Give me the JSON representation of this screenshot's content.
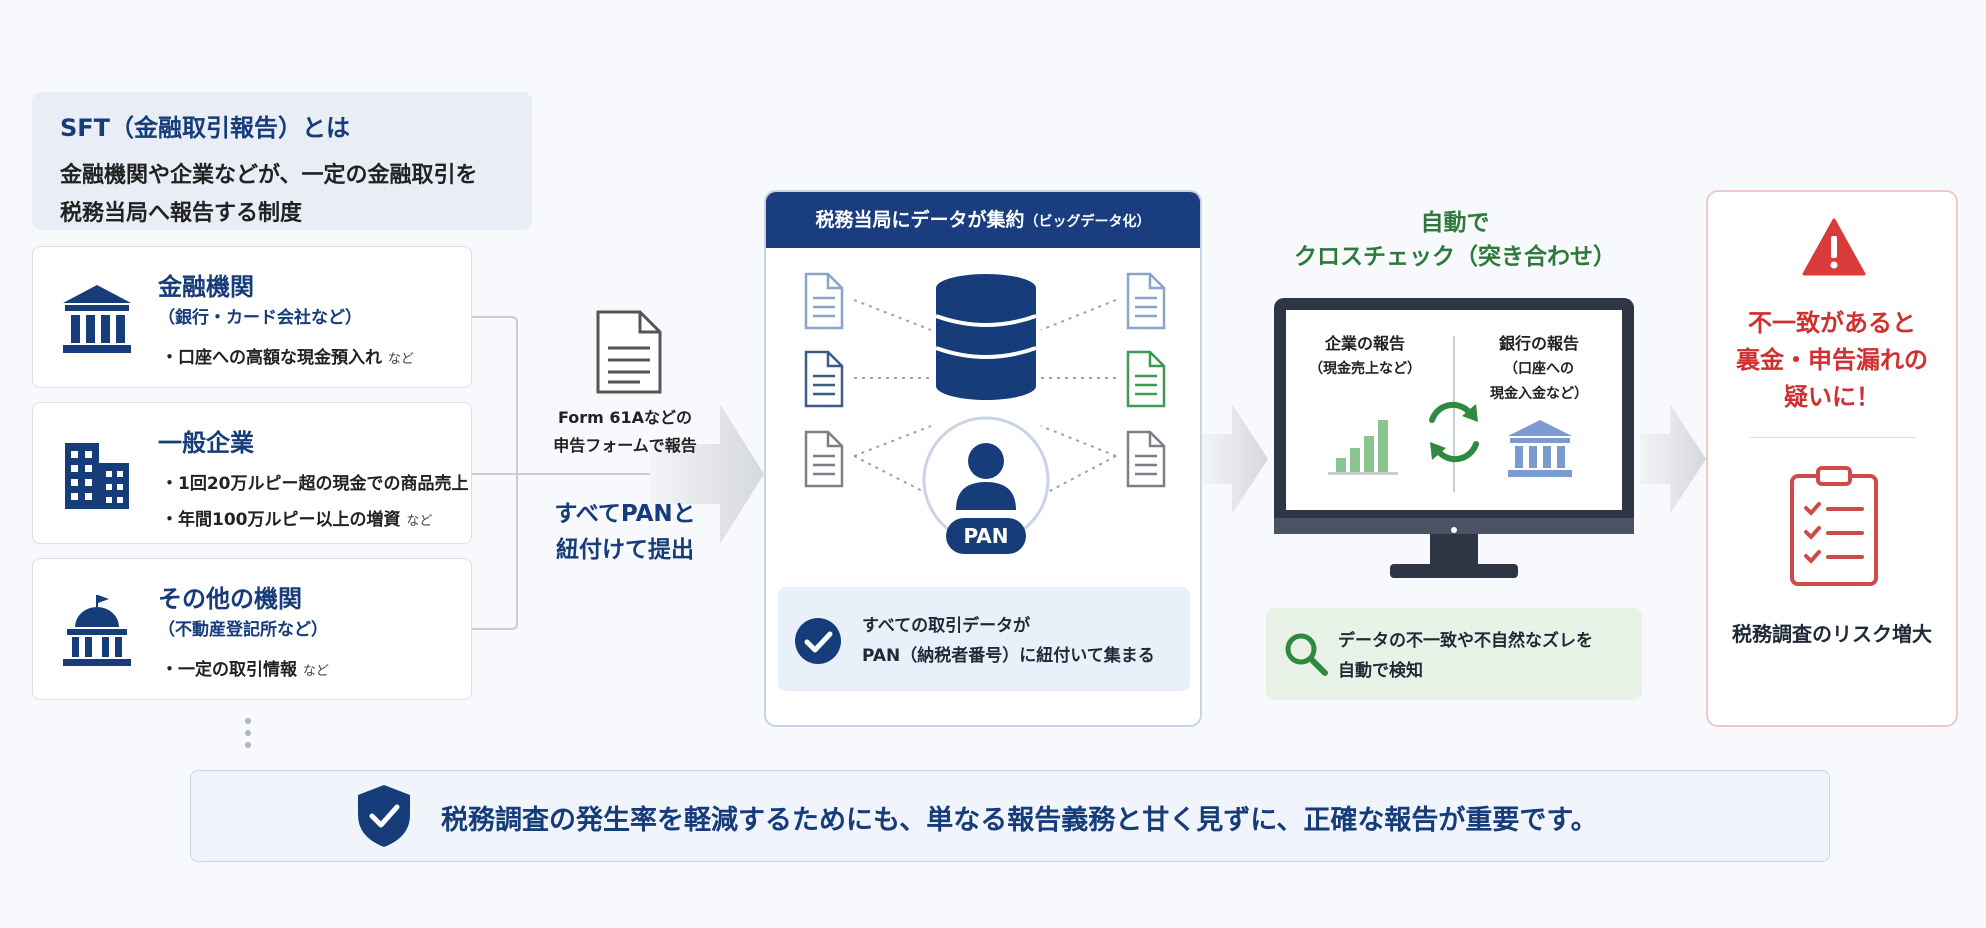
{
  "intro": {
    "title": "SFT（金融取引報告）とは",
    "line1": "金融機関や企業などが、一定の金融取引を",
    "line2": "税務当局へ報告する制度"
  },
  "sources": [
    {
      "name": "金融機関",
      "sub": "（銀行・カード会社など）",
      "bullets": [
        {
          "text": "・口座への高額な現金預入れ",
          "suffix": "など"
        }
      ]
    },
    {
      "name": "一般企業",
      "sub": "",
      "bullets": [
        {
          "text": "・1回20万ルピー超の現金での商品売上",
          "suffix": ""
        },
        {
          "text": "・年間100万ルピー以上の増資",
          "suffix": "など"
        }
      ]
    },
    {
      "name": "その他の機関",
      "sub": "（不動産登記所など）",
      "bullets": [
        {
          "text": "・一定の取引情報",
          "suffix": "など"
        }
      ]
    }
  ],
  "flow": {
    "form_line1": "Form 61Aなどの",
    "form_line2": "申告フォームで報告",
    "pan_line1": "すべてPANと",
    "pan_line2": "紐付けて提出"
  },
  "center": {
    "header": "税務当局にデータが集約",
    "header_small": "（ビッグデータ化）",
    "pan_badge": "PAN",
    "note_line1": "すべての取引データが",
    "note_line2": "PAN（納税者番号）に紐付いて集まる"
  },
  "crosscheck": {
    "title1": "自動で",
    "title2": "クロスチェック（突き合わせ）",
    "left_label": "企業の報告",
    "left_sub": "（現金売上など）",
    "right_label": "銀行の報告",
    "right_sub1": "（口座への",
    "right_sub2": "現金入金など）",
    "detect_line1": "データの不一致や不自然なズレを",
    "detect_line2": "自動で検知"
  },
  "risk": {
    "line1": "不一致があると",
    "line2": "裏金・申告漏れの",
    "line3": "疑いに！",
    "foot": "税務調査のリスク増大"
  },
  "banner": {
    "text": "税務調査の発生率を軽減するためにも、単なる報告義務と甘く見ずに、正確な報告が重要です。"
  },
  "colors": {
    "navy": "#163c7a",
    "header": "#1a3d80",
    "green": "#2d7a3b",
    "red": "#d03030"
  },
  "icons": [
    "bank-icon",
    "office-building-icon",
    "government-building-icon",
    "document-icon",
    "database-icon",
    "user-icon",
    "check-circle-icon",
    "bar-chart-icon",
    "refresh-icon",
    "magnifier-icon",
    "warning-icon",
    "clipboard-checklist-icon",
    "shield-check-icon"
  ]
}
